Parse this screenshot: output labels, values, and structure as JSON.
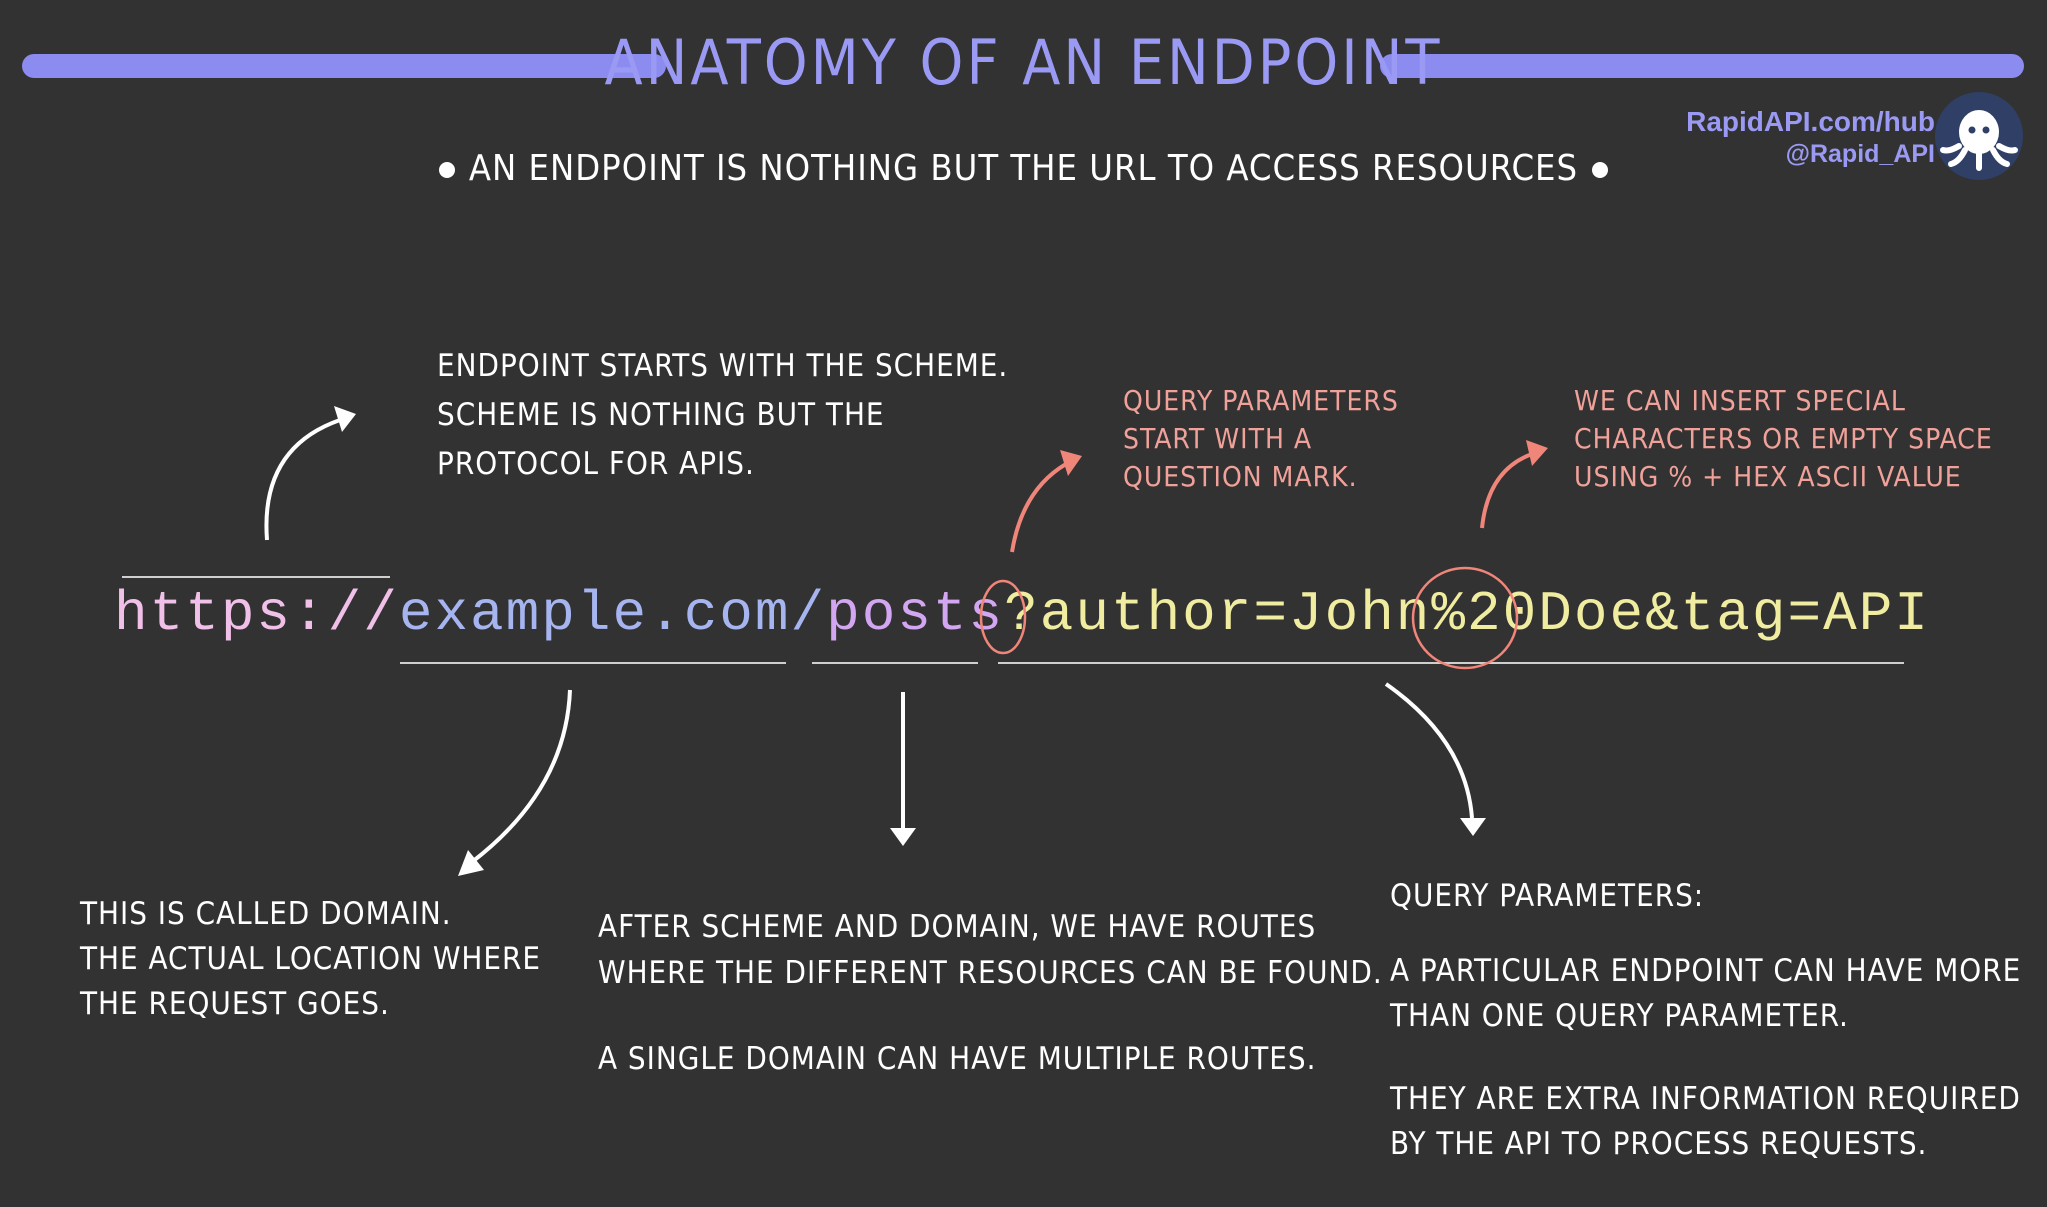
{
  "header": {
    "title": "ANATOMY OF AN ENDPOINT",
    "subtitle": "AN ENDPOINT IS NOTHING BUT THE URL TO ACCESS RESOURCES",
    "bar_color": "#8c8cf0"
  },
  "brand": {
    "site": "RapidAPI.com/hub",
    "handle": "@Rapid_API",
    "mascot": "octopus-logo-icon"
  },
  "url": {
    "scheme": "https://",
    "domain": "example.com/",
    "route": "posts",
    "query_mark": "?",
    "query_a": "author=John",
    "encoded": "%20",
    "query_b": "Doe&tag=API"
  },
  "notes": {
    "scheme": [
      "ENDPOINT STARTS WITH THE SCHEME.",
      "SCHEME IS NOTHING BUT THE",
      "PROTOCOL FOR APIS."
    ],
    "query_mark": [
      "QUERY PARAMETERS",
      "START WITH A",
      "QUESTION MARK."
    ],
    "special": [
      "WE CAN INSERT SPECIAL",
      "CHARACTERS OR EMPTY SPACE",
      "USING % + HEX ASCII VALUE"
    ],
    "domain": [
      "THIS IS CALLED DOMAIN.",
      "THE ACTUAL LOCATION WHERE",
      "THE REQUEST GOES."
    ],
    "routes": [
      "AFTER SCHEME AND DOMAIN, WE HAVE ROUTES",
      "WHERE THE DIFFERENT RESOURCES CAN BE FOUND.",
      "A SINGLE DOMAIN CAN HAVE MULTIPLE ROUTES."
    ],
    "query_title": "QUERY PARAMETERS:",
    "query": [
      "A PARTICULAR ENDPOINT CAN HAVE MORE",
      "THAN ONE QUERY PARAMETER.",
      "THEY ARE EXTRA INFORMATION REQUIRED",
      "BY THE API TO PROCESS REQUESTS."
    ]
  },
  "colors": {
    "scheme": "#f0c0e8",
    "domain": "#a6b4f0",
    "route": "#d2a6f0",
    "query": "#f0eca0",
    "highlight": "#f0857a"
  }
}
